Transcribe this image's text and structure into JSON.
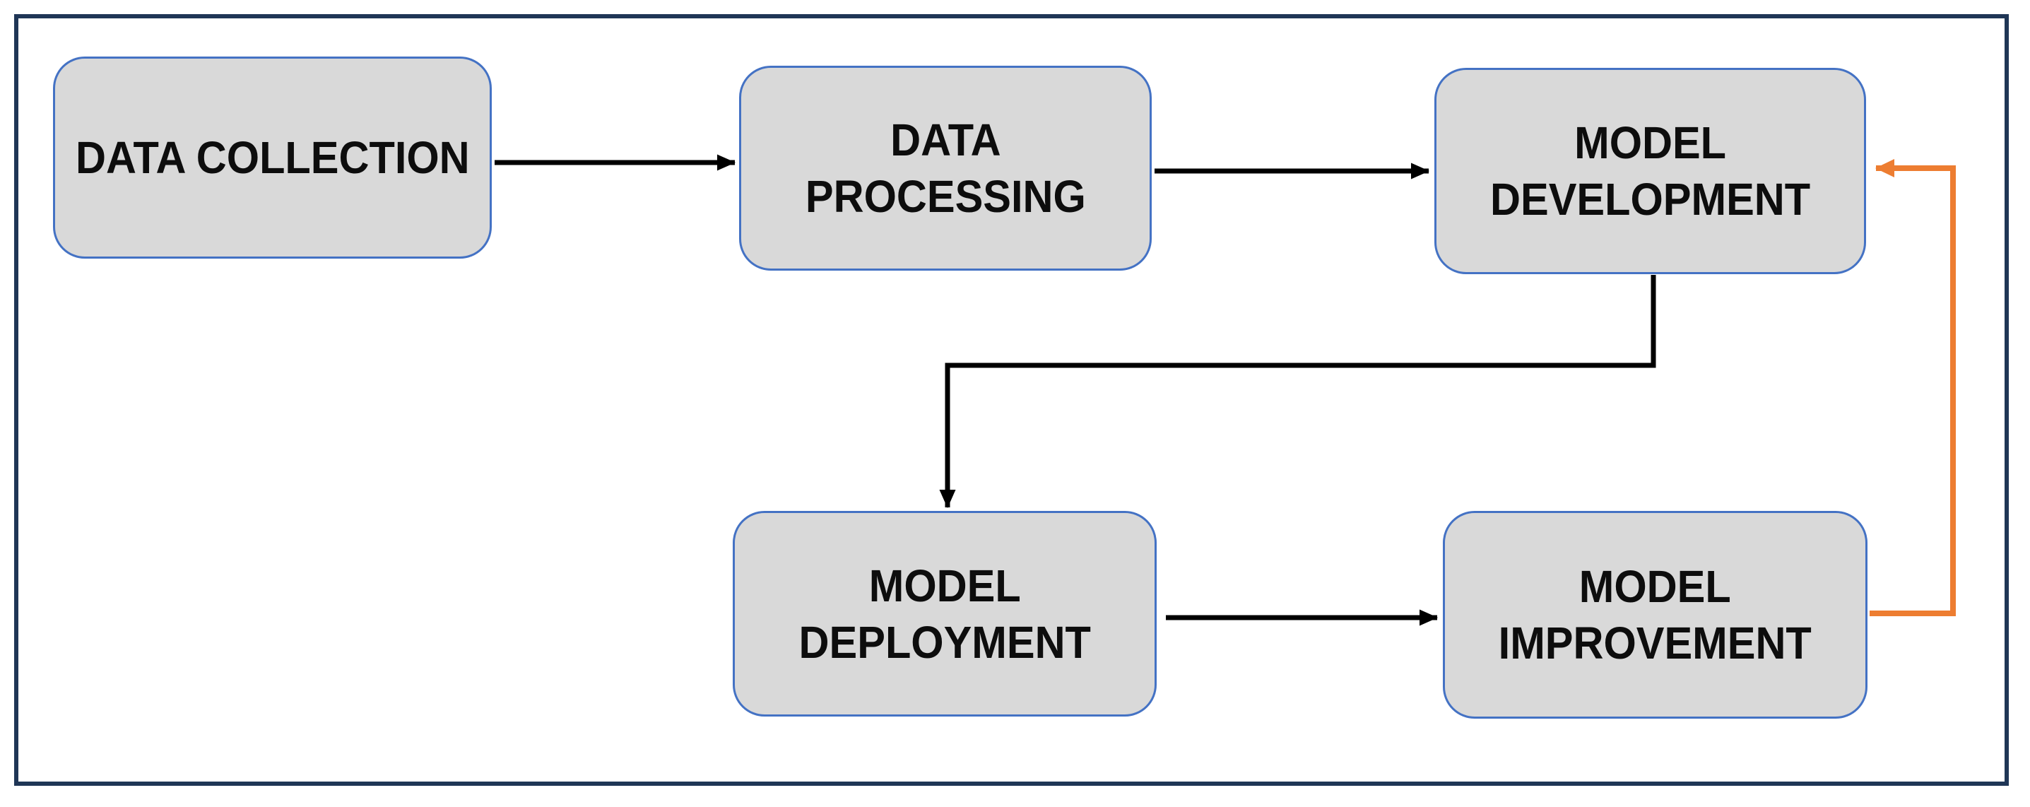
{
  "diagram": {
    "nodes": [
      {
        "id": "data-collection",
        "lines": [
          "DATA COLLECTION"
        ]
      },
      {
        "id": "data-processing",
        "lines": [
          "DATA",
          "PROCESSING"
        ]
      },
      {
        "id": "model-development",
        "lines": [
          "MODEL",
          "DEVELOPMENT"
        ]
      },
      {
        "id": "model-deployment",
        "lines": [
          "MODEL",
          "DEPLOYMENT"
        ]
      },
      {
        "id": "model-improvement",
        "lines": [
          "MODEL",
          "IMPROVEMENT"
        ]
      }
    ],
    "edges": [
      {
        "from": "data-collection",
        "to": "data-processing",
        "style": "solid",
        "color": "#000000"
      },
      {
        "from": "data-processing",
        "to": "model-development",
        "style": "solid",
        "color": "#000000"
      },
      {
        "from": "model-development",
        "to": "model-deployment",
        "style": "elbow",
        "color": "#000000"
      },
      {
        "from": "model-deployment",
        "to": "model-improvement",
        "style": "solid",
        "color": "#000000"
      },
      {
        "from": "model-improvement",
        "to": "model-development",
        "style": "elbow-feedback",
        "color": "#ED7D31"
      }
    ],
    "colors": {
      "background": "#FFFFFF",
      "frame_border": "#1F3656",
      "node_fill": "#D9D9D9",
      "node_border": "#4472C4",
      "text": "#0D0D0D",
      "arrow_black": "#000000",
      "arrow_orange": "#ED7D31"
    }
  }
}
